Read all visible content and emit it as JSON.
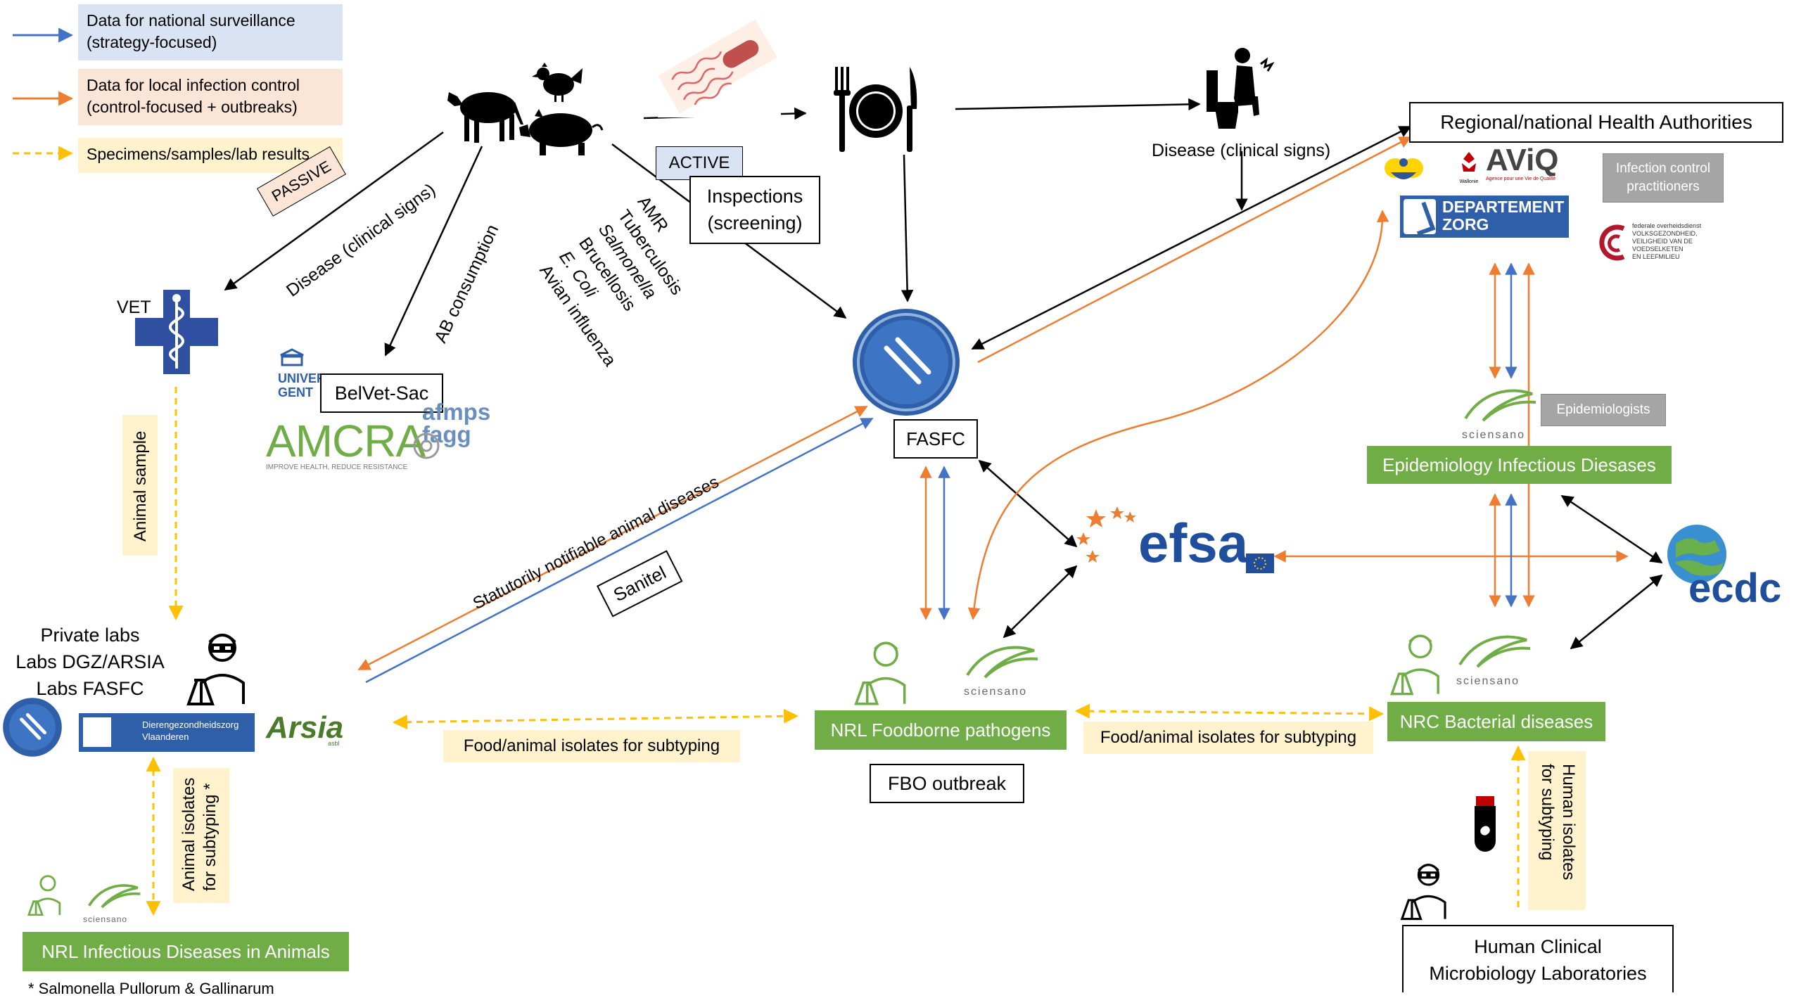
{
  "legend": {
    "national": "Data for national surveillance\n(strategy-focused)",
    "local": "Data for local infection control\n(control-focused + outbreaks)",
    "specimens": "Specimens/samples/lab results"
  },
  "colors": {
    "blue": "#4472c4",
    "orange": "#ed7d31",
    "yellow": "#ffc000",
    "green": "#70ad47",
    "fasfc_blue": "#2e5fa8",
    "efsa_blue": "#1f4e9c",
    "grey_box": "#a5a5a5"
  },
  "icons": {
    "animals": "livestock-icon",
    "bacteria": "bacteria-icon",
    "food": "plate-fork-knife-icon",
    "disease": "sick-person-icon",
    "vet": "vet-caduceus-cross-icon",
    "scientist": "scientist-icon",
    "test_tube": "test-tube-icon"
  },
  "labels": {
    "passive": "PASSIVE",
    "active": "ACTIVE",
    "disease_clinical_diag": "Disease (clinical signs)",
    "ab_consumption": "AB consumption",
    "inspections": "Inspections\n(screening)",
    "diseases_list": [
      "AMR",
      "Tuberculosis",
      "Salmonella",
      "Brucellosis",
      "E. Coli",
      "Avian influenza"
    ],
    "disease_clinical": "Disease (clinical signs)",
    "vet": "VET",
    "belvet": "BelVet-Sac",
    "fasfc": "FASFC",
    "regional_health": "Regional/national Health Authorities",
    "infection_control": "Infection control\npractitioners",
    "epidemiologists": "Epidemiologists",
    "epi_infectious": "Epidemiology Infectious Diesases",
    "animal_sample": "Animal sample",
    "private_labs": "Private labs\nLabs DGZ/ARSIA\nLabs FASFC",
    "statutorily": "Statutorily notifiable animal diseases",
    "sanitel": "Sanitel",
    "food_animal_isolates_1": "Food/animal isolates for subtyping",
    "food_animal_isolates_2": "Food/animal isolates for subtyping",
    "nrl_foodborne": "NRL Foodborne pathogens",
    "fbo_outbreak": "FBO outbreak",
    "nrc_bacterial": "NRC Bacterial diseases",
    "animal_isolates": "Animal isolates\nfor subtyping *",
    "human_isolates": "Human isolates\nfor subtyping",
    "nrl_infectious_animals": "NRL Infectious Diseases in Animals",
    "human_clinical": "Human Clinical\nMicrobiology Laboratories",
    "footnote": "* Salmonella Pullorum & Gallinarum"
  },
  "logos": {
    "sciensano": "sciensano",
    "efsa": "efsa",
    "ecdc": "ecdc",
    "amcra": "AMCRA",
    "amcra_tagline": "IMPROVE HEALTH, REDUCE RESISTANCE",
    "afmps": "afmps\nfagg",
    "ugent": "UNIVER\nGENT",
    "aviq": "AViQ",
    "aviq_tagline": "Agence pour une Vie de Qualité",
    "departement_zorg": "DEPARTEMENT\nZORG",
    "fod": "federale overheidsdienst\nVOLKSGEZONDHEID,\nVEILIGHEID VAN DE VOEDSELKETEN\nEN LEEFMILIEU",
    "dgz": "Dierengezondheidszorg\nVlaanderen",
    "arsia": "Arsia",
    "arsia_small": "asbl",
    "wallonie": "Wallonie"
  }
}
